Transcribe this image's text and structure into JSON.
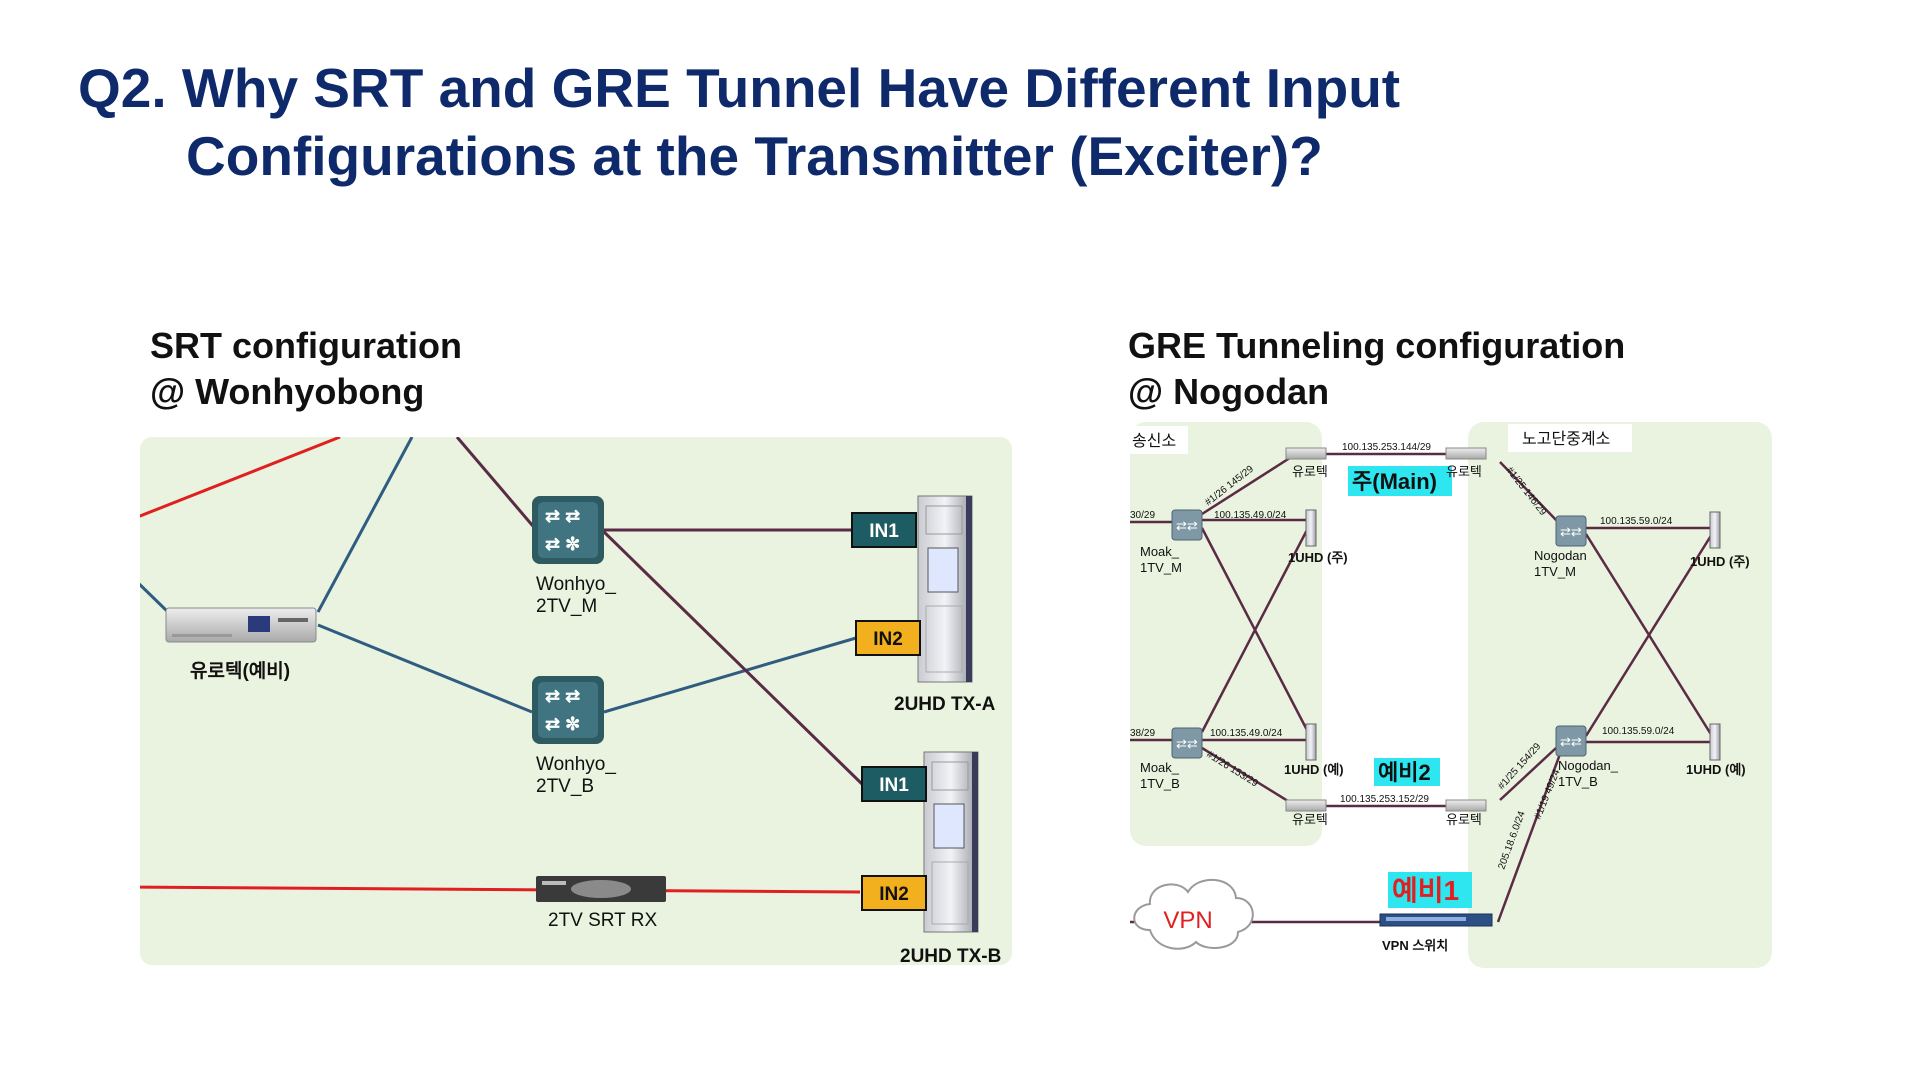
{
  "slide": {
    "title_line1": "Q2. Why SRT and GRE Tunnel Have Different Input",
    "title_line2": "Configurations at the Transmitter (Exciter)?"
  },
  "srt": {
    "caption_line1": "SRT configuration",
    "caption_line2": "@ Wonhyobong",
    "backup_device": "유로텍(예비)",
    "switch_m_line1": "Wonhyo_",
    "switch_m_line2": "2TV_M",
    "switch_b_line1": "Wonhyo_",
    "switch_b_line2": "2TV_B",
    "srt_rx": "2TV SRT RX",
    "tx_a": "2UHD TX-A",
    "tx_b": "2UHD TX-B",
    "in1": "IN1",
    "in2": "IN2"
  },
  "gre": {
    "caption_line1": "GRE Tunneling configuration",
    "caption_line2": "@ Nogodan",
    "left_zone": "송신소",
    "right_zone": "노고단중계소",
    "eurotech": "유로텍",
    "main_label": "주(Main)",
    "backup2_label": "예비2",
    "backup1_label": "예비1",
    "vpn_label": "VPN",
    "vpn_switch": "VPN 스위치",
    "moak_m_line1": "Moak_",
    "moak_m_line2": "1TV_M",
    "moak_b_line1": "Moak_",
    "moak_b_line2": "1TV_B",
    "nogodan_m_line1": "Nogodan",
    "nogodan_m_line2": "1TV_M",
    "nogodan_b_line1": "Nogodan_",
    "nogodan_b_line2": "1TV_B",
    "uhd_main": "1UHD (주)",
    "uhd_backup": "1UHD (예)",
    "ip_top": "100.135.253.144/29",
    "ip_bottom": "100.135.253.152/29",
    "ip_left_m": "100.135.49.0/24",
    "ip_left_b": "100.135.49.0/24",
    "ip_right_m": "100.135.59.0/24",
    "ip_right_b": "100.135.59.0/24",
    "link_145": "#1/26 145/29",
    "link_146": "#1/25 146/29",
    "link_153": "#1/26 153/29",
    "link_154": "#1/25 154/29",
    "link_vpn": "#1/19 49/24",
    "net_205": "205.18.6.0/24",
    "edge_30": "30/29",
    "edge_38": "38/29"
  },
  "colors": {
    "title": "#0e2a6b",
    "panel_bg": "#e9f3df",
    "line_red": "#e02020",
    "line_blue": "#2f5c80",
    "line_maroon": "#5a2b45",
    "in1_fill": "#1d5c62",
    "in2_fill": "#f2b01e",
    "highlight_cyan": "#2ee6f0"
  }
}
